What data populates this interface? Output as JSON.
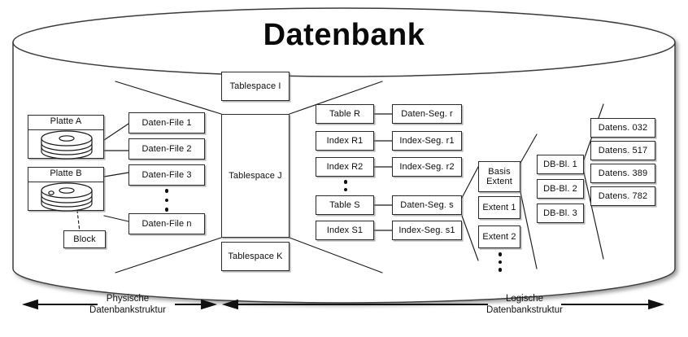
{
  "diagram": {
    "title": "Datenbank",
    "physical": {
      "disks": [
        {
          "label": "Platte A",
          "icon": "disk-platter-icon"
        },
        {
          "label": "Platte B",
          "icon": "disk-platter-icon"
        }
      ],
      "block_label": "Block",
      "datafiles": [
        "Daten-File 1",
        "Daten-File 2",
        "Daten-File 3",
        "Daten-File n"
      ],
      "datafiles_ellipsis": "vertical-ellipsis"
    },
    "tablespaces": [
      "Tablespace I",
      "Tablespace J",
      "Tablespace K"
    ],
    "logical": {
      "objects": [
        "Table R",
        "Index R1",
        "Index R2",
        "Table S",
        "Index S1"
      ],
      "objects_ellipsis": "vertical-ellipsis",
      "segments": [
        "Daten-Seg. r",
        "Index-Seg. r1",
        "Index-Seg. r2",
        "Daten-Seg. s",
        "Index-Seg. s1"
      ],
      "extents": [
        "Basis Extent",
        "Extent 1",
        "Extent 2"
      ],
      "extents_first_line1": "Basis",
      "extents_first_line2": "Extent",
      "extents_ellipsis": "vertical-ellipsis",
      "blocks": [
        "DB-Bl. 1",
        "DB-Bl. 2",
        "DB-Bl. 3"
      ],
      "records": [
        "Datens. 032",
        "Datens. 517",
        "Datens. 389",
        "Datens. 782"
      ]
    },
    "captions": [
      {
        "line1": "Physische",
        "line2": "Datenbankstruktur"
      },
      {
        "line1": "Logische",
        "line2": "Datenbankstruktur"
      }
    ],
    "colors": {
      "stroke": "#2b2b2b",
      "line": "#1a1a1a",
      "background": "#ffffff",
      "shadow": "#787878"
    }
  }
}
